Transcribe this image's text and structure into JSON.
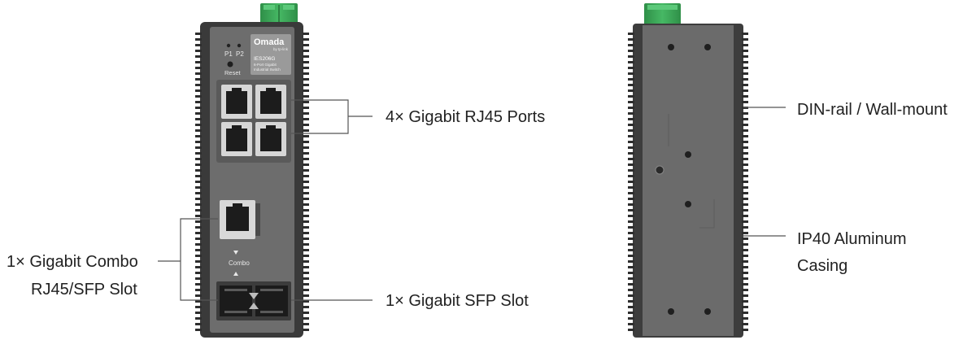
{
  "front": {
    "brand": "Omada",
    "brand_sub": "by tp-link",
    "model": "IES206G",
    "model_desc_1": "6-Port Gigabit",
    "model_desc_2": "Industrial Switch",
    "led_p1": "P1",
    "led_p2": "P2",
    "reset_label": "Reset",
    "combo_label": "Combo"
  },
  "callouts": {
    "rj45_ports": "4× Gigabit RJ45 Ports",
    "combo_line1": "1× Gigabit Combo",
    "combo_line2": "RJ45/SFP Slot",
    "sfp_slot": "1× Gigabit SFP Slot",
    "din_rail": "DIN-rail / Wall-mount",
    "ip40_line1": "IP40 Aluminum",
    "ip40_line2": "Casing"
  },
  "colors": {
    "body": "#6f6f6f",
    "body_dark": "#3a3a3a",
    "terminal": "#3aa55a",
    "leader": "#555555"
  }
}
